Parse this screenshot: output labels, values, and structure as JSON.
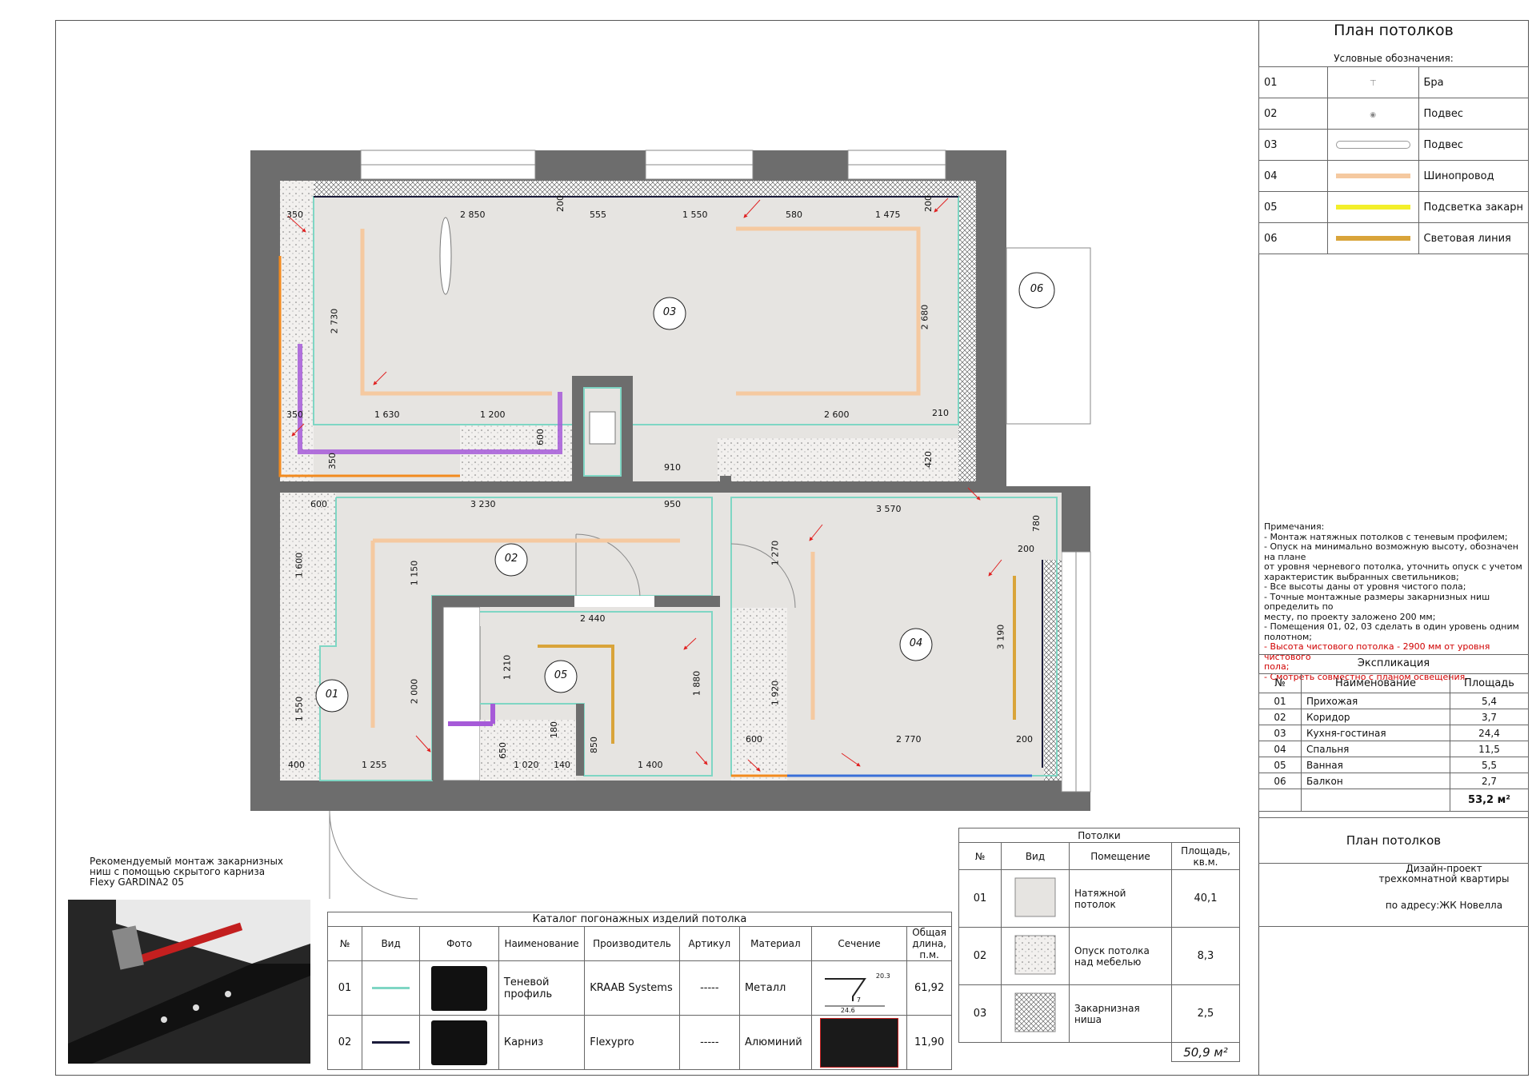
{
  "sheet_title": "План потолков",
  "legend": {
    "title": "Условные обозначения:",
    "items": [
      {
        "num": "01",
        "label": "Бра",
        "icon": "sconce-symbol"
      },
      {
        "num": "02",
        "label": "Подвес",
        "icon": "pendant-symbol"
      },
      {
        "num": "03",
        "label": "Подвес",
        "icon": "linear-pendant-symbol"
      },
      {
        "num": "04",
        "label": "Шинопровод",
        "icon": "track-line",
        "color": "#f5c9a0"
      },
      {
        "num": "05",
        "label": "Подсветка закарн",
        "icon": "cornice-light-line",
        "color": "#f3ef2a"
      },
      {
        "num": "06",
        "label": "Световая линия",
        "icon": "light-line",
        "color": "#d9a43a"
      }
    ]
  },
  "notes": {
    "title": "Примечания:",
    "lines": [
      "- Монтаж натяжных потолков с теневым профилем;",
      "- Опуск на минимально возможную высоту, обозначен на плане",
      "от уровня черневого потолка, уточнить опуск с учетом",
      "характеристик выбранных светильников;",
      "- Все высоты даны от уровня чистого пола;",
      "- Точные монтажные размеры закарнизных ниш определить по",
      "месту, по проекту заложено 200 мм;",
      "- Помещения 01, 02, 03 сделать в один уровень одним полотном;"
    ],
    "red_lines": [
      "- Высота чистового потолка - 2900 мм от уровня чистового",
      "пола;",
      "- Смотреть совместно с планом освещения."
    ]
  },
  "explication": {
    "title": "Экспликация",
    "headers": [
      "№",
      "Наименование",
      "Площадь"
    ],
    "rows": [
      [
        "01",
        "Прихожая",
        "5,4"
      ],
      [
        "02",
        "Коридор",
        "3,7"
      ],
      [
        "03",
        "Кухня-гостиная",
        "24,4"
      ],
      [
        "04",
        "Спальня",
        "11,5"
      ],
      [
        "05",
        "Ванная",
        "5,5"
      ],
      [
        "06",
        "Балкон",
        "2,7"
      ]
    ],
    "total": "53,2 м²"
  },
  "title_block": {
    "name": "План потолков",
    "project_line1": "Дизайн-проект",
    "project_line2": "трехкомнатной квартиры",
    "address": "по адресу:ЖК Новелла"
  },
  "ceilings": {
    "title": "Потолки",
    "headers": [
      "№",
      "Вид",
      "Помещение",
      "Площадь, кв.м."
    ],
    "rows": [
      {
        "num": "01",
        "room": "Натяжной потолок",
        "area": "40,1",
        "swatch": "#e6e4e1"
      },
      {
        "num": "02",
        "room": "Опуск потолка над мебелью",
        "area": "8,3",
        "swatch": "dotted"
      },
      {
        "num": "03",
        "room": "Закарнизная ниша",
        "area": "2,5",
        "swatch": "hatch"
      }
    ],
    "total": "50,9 м²"
  },
  "catalog": {
    "title": "Каталог погонажных изделий потолка",
    "headers": [
      "№",
      "Вид",
      "Фото",
      "Наименование",
      "Производитель",
      "Артикул",
      "Материал",
      "Сечение",
      "Общая длина, п.м."
    ],
    "rows": [
      {
        "num": "01",
        "line_color": "#7fd6c4",
        "name": "Теневой профиль",
        "maker": "KRAAB Systems",
        "article": "-----",
        "material": "Металл",
        "length": "61,92",
        "section_dims": [
          "20.3",
          "7",
          "24.6"
        ]
      },
      {
        "num": "02",
        "line_color": "#1a1a3a",
        "name": "Карниз",
        "maker": "Flexypro",
        "article": "-----",
        "material": "Алюминий",
        "length": "11,90"
      }
    ]
  },
  "cornice_note": {
    "lines": [
      "Рекомендуемый монтаж закарнизных",
      "ниш с помощью скрытого карниза",
      "Flexy GARDINA2  05"
    ]
  },
  "plan": {
    "rooms": [
      "01",
      "02",
      "03",
      "04",
      "05",
      "06"
    ],
    "dims": [
      "2 850",
      "200",
      "555",
      "1 550",
      "580",
      "1 475",
      "200",
      "350",
      "2 730",
      "2 680",
      "350",
      "1 630",
      "1 200",
      "600",
      "2 600",
      "210",
      "350",
      "910",
      "420",
      "600",
      "3 230",
      "950",
      "3 570",
      "780",
      "1 600",
      "1 150",
      "1 270",
      "200",
      "2 440",
      "3 190",
      "1 210",
      "1 880",
      "1 550",
      "2 000",
      "1 920",
      "180",
      "850",
      "600",
      "2 770",
      "200",
      "400",
      "1 255",
      "650",
      "1 020",
      "140",
      "1 400"
    ]
  },
  "colors": {
    "wall": "#6d6d6d",
    "ceiling": "#e6e4e1",
    "shadow_profile": "#7fd6c4",
    "track": "#f5c9a0",
    "light_line": "#d9a43a",
    "orange": "#f28a1e",
    "purple": "#a65ad8",
    "blue": "#3a6fd8"
  }
}
